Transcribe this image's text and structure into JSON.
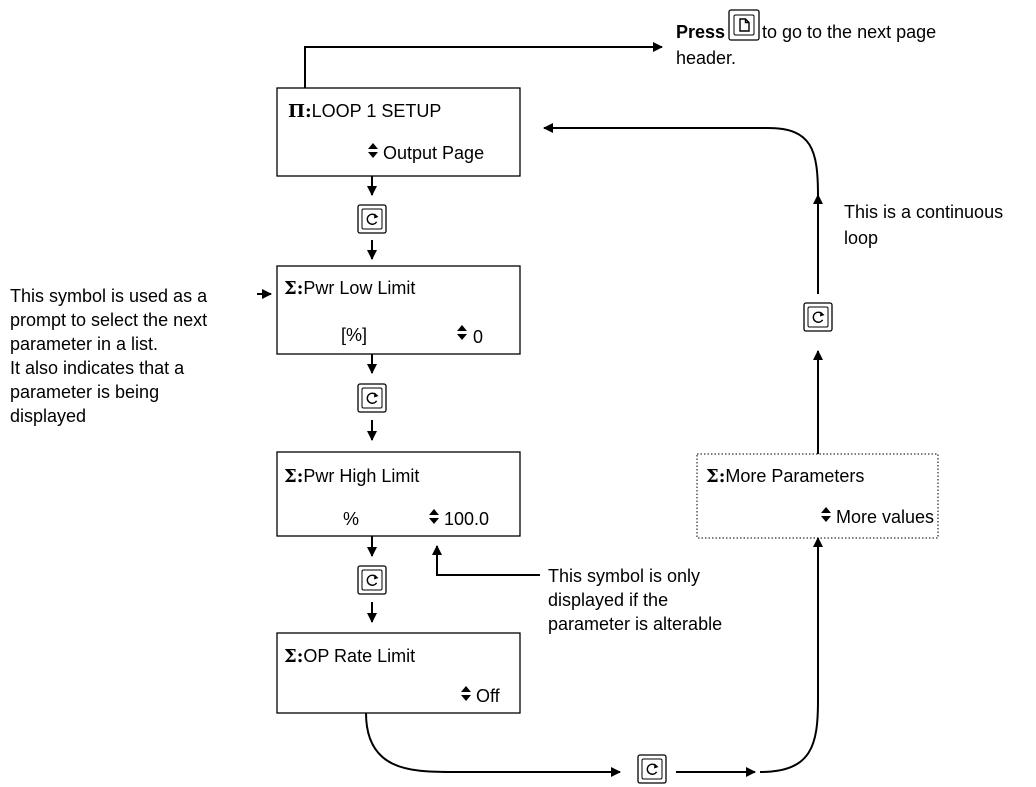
{
  "header": {
    "press_word": "Press",
    "press_tail": "to go to the next page",
    "press_line2": "header."
  },
  "screens": [
    {
      "id": "loop-setup",
      "prefix": "Π:",
      "title": "LOOP 1 SETUP",
      "unit": "",
      "value": "Output Page"
    },
    {
      "id": "pwr-low",
      "prefix": "Σ:",
      "title": "Pwr Low Limit",
      "unit": "[%]",
      "value": "0"
    },
    {
      "id": "pwr-high",
      "prefix": "Σ:",
      "title": "Pwr High Limit",
      "unit": "%",
      "value": "100.0"
    },
    {
      "id": "op-rate",
      "prefix": "Σ:",
      "title": "OP Rate Limit",
      "unit": "",
      "value": "Off"
    },
    {
      "id": "more-params",
      "prefix": "Σ:",
      "title": "More Parameters",
      "unit": "",
      "value": "More values"
    }
  ],
  "notes": {
    "prompt_symbol": [
      "This symbol is used as a",
      "prompt to select the next",
      "parameter in a list.",
      "It also indicates that a",
      "parameter is being",
      "displayed"
    ],
    "alterable": [
      "This symbol is only",
      "displayed if the",
      "parameter is alterable"
    ],
    "continuous": [
      "This is a continuous",
      "loop"
    ]
  },
  "icons": {
    "page_key": "page-key-icon",
    "scroll_key": "scroll-key-icon",
    "up_down_arrows": "up-down-arrow-icon"
  }
}
